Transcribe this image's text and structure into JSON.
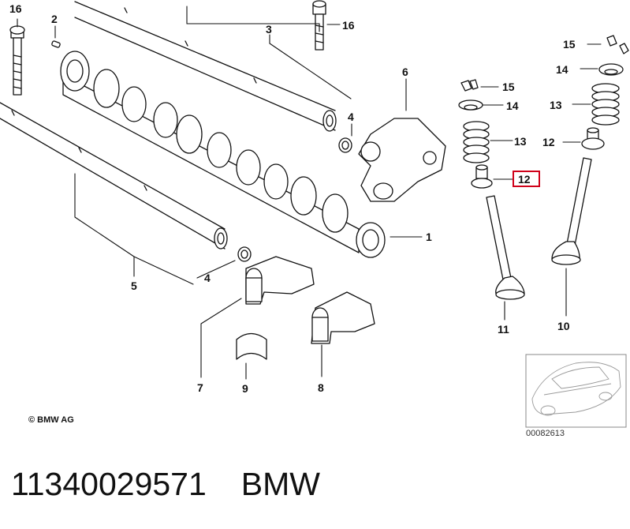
{
  "callouts": [
    {
      "id": "c16a",
      "text": "16"
    },
    {
      "id": "c2",
      "text": "2"
    },
    {
      "id": "c16b",
      "text": "16"
    },
    {
      "id": "c3",
      "text": "3"
    },
    {
      "id": "c6",
      "text": "6"
    },
    {
      "id": "c4a",
      "text": "4"
    },
    {
      "id": "c1",
      "text": "1"
    },
    {
      "id": "c5",
      "text": "5"
    },
    {
      "id": "c4b",
      "text": "4"
    },
    {
      "id": "c7",
      "text": "7"
    },
    {
      "id": "c9",
      "text": "9"
    },
    {
      "id": "c8",
      "text": "8"
    },
    {
      "id": "c15a",
      "text": "15"
    },
    {
      "id": "c14a",
      "text": "14"
    },
    {
      "id": "c13a",
      "text": "13"
    },
    {
      "id": "c12a",
      "text": "12"
    },
    {
      "id": "c11",
      "text": "11"
    },
    {
      "id": "c15b",
      "text": "15"
    },
    {
      "id": "c14b",
      "text": "14"
    },
    {
      "id": "c13b",
      "text": "13"
    },
    {
      "id": "c12b",
      "text": "12"
    },
    {
      "id": "c10",
      "text": "10"
    }
  ],
  "highlighted_callout": "12",
  "highlight_color": "#d0021b",
  "copyright": "© BMW AG",
  "thumbnail_code": "00082613",
  "footer": {
    "part_number": "11340029571",
    "brand": "BMW"
  }
}
